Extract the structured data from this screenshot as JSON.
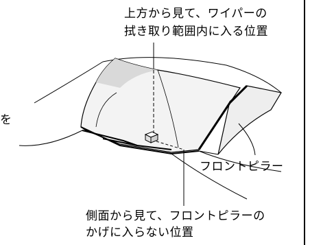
{
  "labels": {
    "top_line1": "上方から見て、ワイパーの",
    "top_line2": "拭き取り範囲内に入る位置",
    "pillar": "フロントピラー",
    "bottom_line1": "側面から見て、フロントピラーの",
    "bottom_line2": "かげに入らない位置",
    "left_edge": "を"
  },
  "colors": {
    "line": "#000000",
    "windshield_fill": "#f3f3f3",
    "shade": "#bdbdbd"
  }
}
